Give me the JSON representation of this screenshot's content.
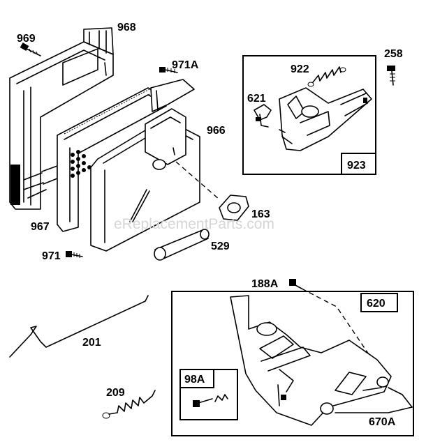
{
  "watermark": "eReplacementParts.com",
  "parts": {
    "p969": "969",
    "p968": "968",
    "p971A": "971A",
    "p966": "966",
    "p967": "967",
    "p163": "163",
    "p529": "529",
    "p971": "971",
    "p201": "201",
    "p209": "209",
    "p258": "258",
    "p922": "922",
    "p621": "621",
    "p923": "923",
    "p188A": "188A",
    "p620": "620",
    "p98A": "98A",
    "p670A": "670A"
  }
}
